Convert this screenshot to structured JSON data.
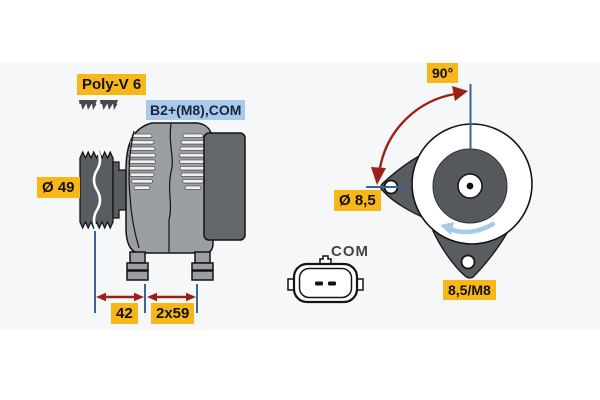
{
  "diagram": {
    "labels": {
      "belt_type": "Poly-V 6",
      "terminals": "B2+(M8),COM",
      "pulley_diameter": "Ø 49",
      "dim_pulley": "42",
      "dim_mount": "2x59",
      "mount_angle": "90°",
      "hole_diameter": "Ø 8,5",
      "mount_hole": "8,5/M8",
      "connector": "COM"
    },
    "colors": {
      "label-yellow": "#f8b718",
      "label-blue": "#a9cbe9",
      "dim-line-blue": "#3a6496",
      "arrow-red": "#9e1f17",
      "rotation-blue": "#a6cbe9",
      "body-gray": "#9b9ea2",
      "dark-gray": "#595c61",
      "rear-gray": "#64676b",
      "canvas-band": "#f5f7f9"
    }
  }
}
